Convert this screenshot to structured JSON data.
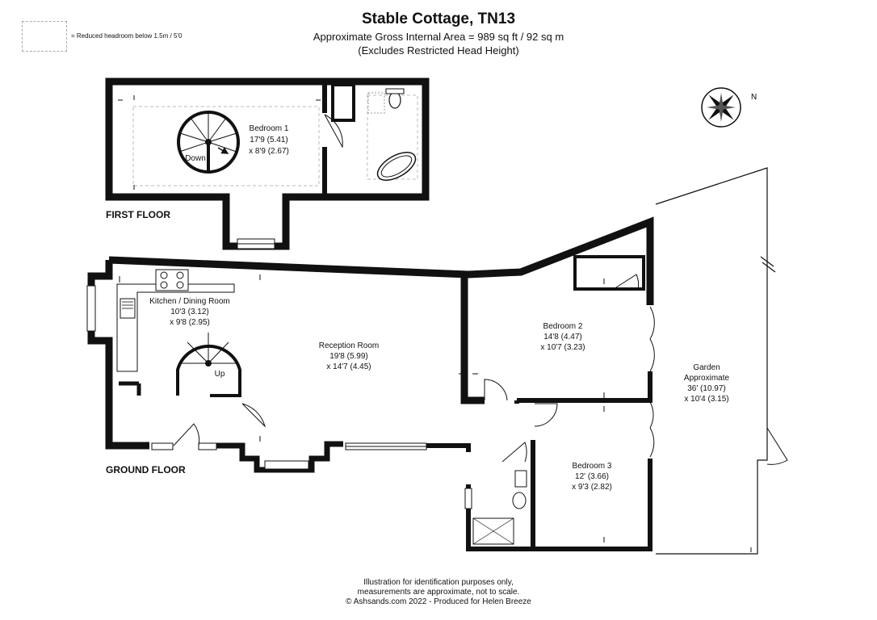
{
  "header": {
    "title": "Stable Cottage, TN13",
    "area": "Approximate Gross Internal Area = 989 sq ft / 92 sq m",
    "note": "(Excludes Restricted Head Height)"
  },
  "legend": {
    "text": "= Reduced headroom below 1.5m / 5'0"
  },
  "floors": {
    "first": "FIRST FLOOR",
    "ground": "GROUND FLOOR"
  },
  "rooms": {
    "bedroom1": {
      "name": "Bedroom 1",
      "dim1": "17'9 (5.41)",
      "dim2": "x 8'9 (2.67)"
    },
    "kitchen": {
      "name": "Kitchen / Dining Room",
      "dim1": "10'3 (3.12)",
      "dim2": "x 9'8 (2.95)"
    },
    "reception": {
      "name": "Reception Room",
      "dim1": "19'8 (5.99)",
      "dim2": "x 14'7 (4.45)"
    },
    "bedroom2": {
      "name": "Bedroom 2",
      "dim1": "14'8 (4.47)",
      "dim2": "x 10'7 (3.23)"
    },
    "bedroom3": {
      "name": "Bedroom 3",
      "dim1": "12' (3.66)",
      "dim2": "x 9'3 (2.82)"
    },
    "garden": {
      "name": "Garden",
      "sub": "Approximate",
      "dim1": "36' (10.97)",
      "dim2": "x 10'4 (3.15)"
    }
  },
  "stairs": {
    "down": "Down",
    "up": "Up"
  },
  "compass": {
    "north": "N"
  },
  "footer": {
    "line1": "Illustration for identification purposes only,",
    "line2": "measurements are approximate, not to scale.",
    "line3": "© Ashsands.com 2022 - Produced for Helen Breeze"
  }
}
